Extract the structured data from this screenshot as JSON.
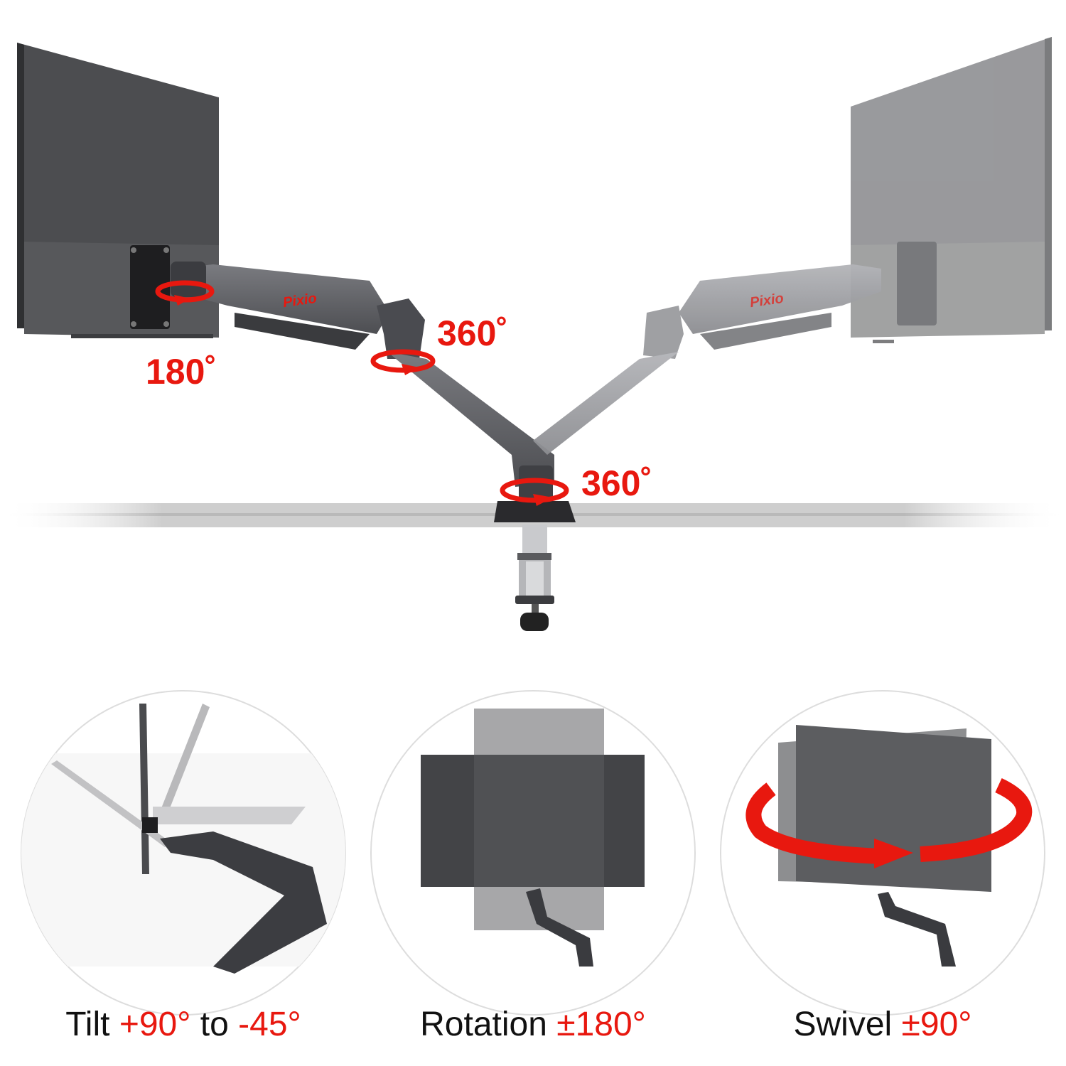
{
  "brand": {
    "name": "Pixio"
  },
  "colors": {
    "accent": "#e8180f",
    "arm": "#5f6064",
    "monitor_dark": "#4a4b4e",
    "monitor_light": "#8e8e90"
  },
  "angle_labels": {
    "left_head": "180˚",
    "elbow": "360˚",
    "base": "360˚"
  },
  "captions": {
    "tilt": {
      "prefix": "Tilt ",
      "value_a": "+90°",
      "middle": " to ",
      "value_b": "-45°"
    },
    "rotation": {
      "prefix": "Rotation ",
      "value": "±180°"
    },
    "swivel": {
      "prefix": "Swivel ",
      "value": "±90°"
    }
  }
}
